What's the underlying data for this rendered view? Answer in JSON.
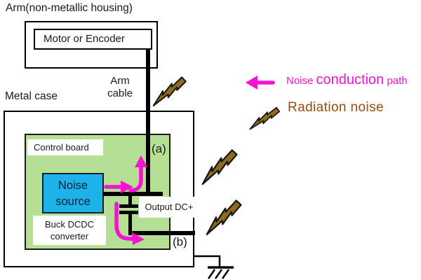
{
  "title": "Arm(non-metallic housing)",
  "arm": {
    "motor_label": "Motor or Encoder",
    "cable_line1": "Arm",
    "cable_line2": "cable"
  },
  "metal_case": {
    "label": "Metal case",
    "control_board_label": "Control board",
    "noise_source_line1": "Noise",
    "noise_source_line2": "source",
    "buck_line1": "Buck DCDC",
    "buck_line2": "converter",
    "output_dc_label": "Output DC+",
    "point_a": "(a)",
    "point_b": "(b)"
  },
  "legend": {
    "conduction_word1": "Noise ",
    "conduction_word2": "conduction",
    "conduction_word3": " path",
    "radiation_label": "Radiation noise"
  },
  "icons": {
    "conduction_arrow": "left-arrow-icon",
    "radiation_bolt": "lightning-bolt-icon",
    "ground": "earth-ground-icon",
    "capacitor": "capacitor-symbol"
  },
  "colors": {
    "magenta": "#f313d0",
    "brown": "#9b4b0e",
    "bolt-fill": "#8e6c1a",
    "board-green": "#b5df94",
    "noise-blue": "#1db2e9"
  }
}
